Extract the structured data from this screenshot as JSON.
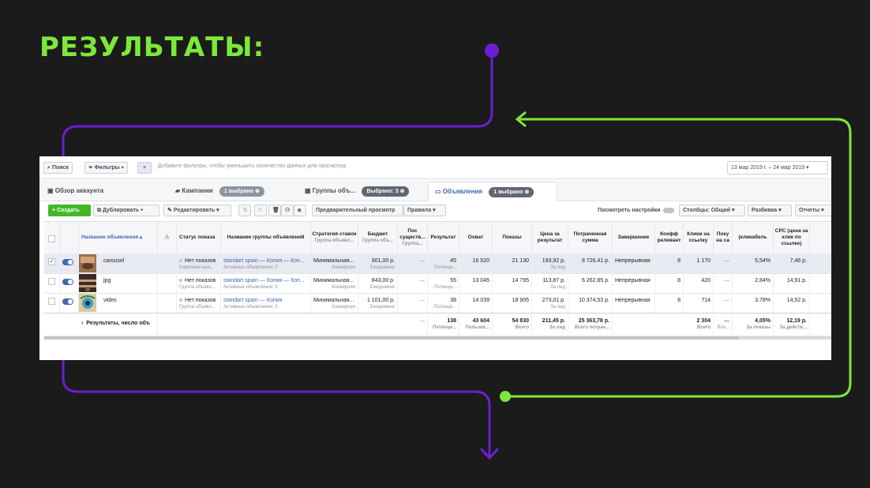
{
  "slide": {
    "title": "РЕЗУЛЬТАТЫ:"
  },
  "colors": {
    "accent_green": "#7ce83a",
    "accent_purple": "#6b1fd1",
    "fb_blue": "#4267b2"
  },
  "filters": {
    "search_label": "Поиск",
    "filters_label": "Фильтры",
    "add_label": "+",
    "hint": "Добавьте фильтры, чтобы уменьшить количество данных для просмотра.",
    "date_range": "13 мар 2019 г. – 24 мар 2019"
  },
  "tabs": [
    {
      "label": "Обзор аккаунта"
    },
    {
      "label": "Кампании",
      "pill": "1 выбрано"
    },
    {
      "label": "Группы объ...",
      "pill": "Выбрано: 3"
    },
    {
      "label": "Объявления",
      "pill": "1 выбрано"
    }
  ],
  "toolbar": {
    "create": "Создать",
    "duplicate": "Дублировать",
    "edit": "Редактировать",
    "preview": "Предварительный просмотр",
    "rules": "Правила",
    "view_settings": "Посмотреть настройки",
    "columns": "Столбцы: Общий",
    "breakdown": "Разбивка",
    "reports": "Отчеты"
  },
  "columns": [
    {
      "label": "Название объявления"
    },
    {
      "label": "Статус показа"
    },
    {
      "label": "Название группы объявлений"
    },
    {
      "label": "Стратегия ставок",
      "sub": "Группа объявл..."
    },
    {
      "label": "Бюджет",
      "sub": "Группа объ..."
    },
    {
      "label": "Пос существ...",
      "sub": "Группа..."
    },
    {
      "label": "Результат"
    },
    {
      "label": "Охват"
    },
    {
      "label": "Показы"
    },
    {
      "label": "Цена за результат"
    },
    {
      "label": "Потраченная сумма"
    },
    {
      "label": "Завершение"
    },
    {
      "label": "Коэфф релевант"
    },
    {
      "label": "Клики на ссылку"
    },
    {
      "label": "Поку на са"
    },
    {
      "label": "(кликабель"
    },
    {
      "label": "CPC (цена за клик по ссылке)"
    }
  ],
  "rows": [
    {
      "name": "carousel",
      "status": "Нет показов",
      "status_sub": "Кампания вык...",
      "adset": "standart spain — Копия — Коп...",
      "adset_sub": "Активные объявления: 0",
      "strategy": "Минимальная...",
      "strategy_sub": "Конверсии",
      "budget": "901,00 р.",
      "budget_sub": "Ежедневно",
      "existing": "—",
      "result": "45",
      "result_sub": "Потенци...",
      "reach": "16 520",
      "impressions": "21 130",
      "cost": "193,92 р.",
      "cost_sub": "За лид",
      "spent": "8 726,41 р.",
      "ends": "Непрерывная",
      "relevance": "8",
      "clicks": "1 170",
      "purchases": "—",
      "ctr": "5,54%",
      "cpc": "7,46 р."
    },
    {
      "name": "jpg",
      "status": "Нет показов",
      "status_sub": "Группа объявл...",
      "adset": "standart spain — Копия — Коп...",
      "adset_sub": "Активные объявления: 0",
      "strategy": "Минимальная...",
      "strategy_sub": "Конверсии",
      "budget": "843,00 р.",
      "budget_sub": "Ежедневно",
      "existing": "—",
      "result": "55",
      "result_sub": "Потенци...",
      "reach": "13 045",
      "impressions": "14 795",
      "cost": "113,87 р.",
      "cost_sub": "За лид",
      "spent": "6 262,85 р.",
      "ends": "Непрерывная",
      "relevance": "8",
      "clicks": "420",
      "purchases": "—",
      "ctr": "2,84%",
      "cpc": "14,91 р."
    },
    {
      "name": "video",
      "status": "Нет показов",
      "status_sub": "Группа объявл...",
      "adset": "standart spain — Копия",
      "adset_sub": "Активные объявления: 0",
      "strategy": "Минимальная...",
      "strategy_sub": "Конверсии",
      "budget": "1 101,00 р.",
      "budget_sub": "Ежедневно",
      "existing": "—",
      "result": "38",
      "result_sub": "Потенци...",
      "reach": "14 039",
      "impressions": "18 905",
      "cost": "273,01 р.",
      "cost_sub": "За лид",
      "spent": "10 374,53 р.",
      "ends": "Непрерывная",
      "relevance": "8",
      "clicks": "714",
      "purchases": "—",
      "ctr": "3,78%",
      "cpc": "14,52 р."
    }
  ],
  "totals": {
    "label": "Результаты, число объ",
    "existing": "—",
    "result": "138",
    "result_sub": "Потенци...",
    "reach": "43 604",
    "reach_sub": "Пользов...",
    "impressions": "54 830",
    "impressions_sub": "Всего",
    "cost": "211,45 р.",
    "cost_sub": "За лид",
    "spent": "25 363,78 р.",
    "spent_sub": "Всего потрач...",
    "clicks": "2 304",
    "clicks_sub": "Всего",
    "purchases": "—",
    "purchases_sub": "Все...",
    "ctr": "4,05%",
    "ctr_sub": "За показы",
    "cpc": "12,19 р.",
    "cpc_sub": "За действ..."
  }
}
